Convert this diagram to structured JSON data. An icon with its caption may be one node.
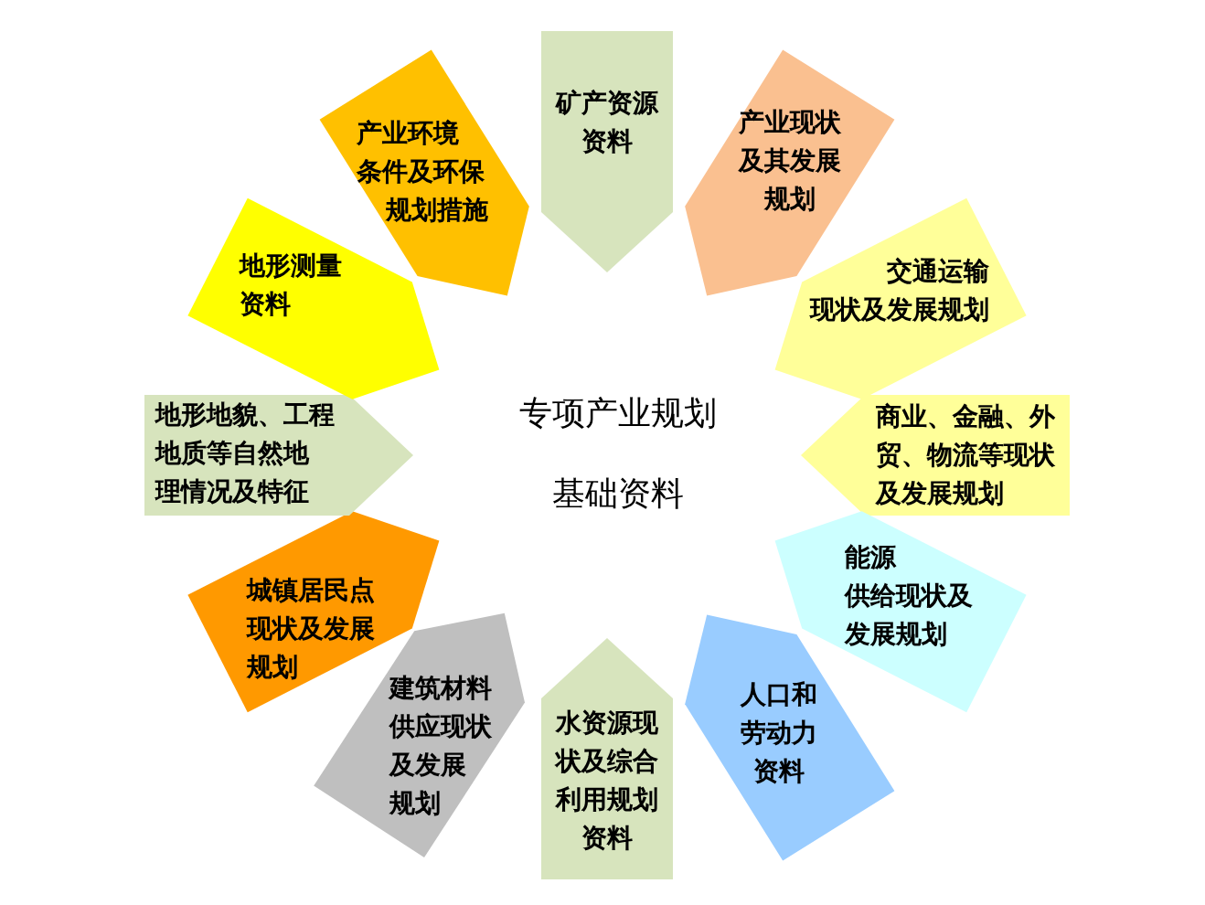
{
  "diagram": {
    "nodes": [
      {
        "text": [
          "矿产资源资料"
        ]
      },
      {
        "text": [
          "产业现状及其发展规划"
        ]
      },
      {
        "text": [
          "交通运输现状及发展规划"
        ]
      },
      {
        "text": [
          "商业、金融、外贸、物流等现状及发展规划"
        ]
      },
      {
        "text": [
          "能源供给现状及发展规划"
        ]
      },
      {
        "text": [
          "人口和劳动力资料"
        ]
      },
      {
        "text": [
          "水资源现状及综合利用规划资料"
        ]
      },
      {
        "text": [
          "建筑材料供应现状及发展规划"
        ]
      },
      {
        "text": [
          "城镇居民点现状及发展规划"
        ]
      },
      {
        "text": [
          "地形地貌、工程地质等自然地理情况及特征"
        ]
      },
      {
        "text": [
          "地形测量资料"
        ]
      },
      {
        "text": [
          "产业环境条件及环保规划措施"
        ]
      }
    ],
    "labels": [
      "专项产业规划",
      "基础资料"
    ]
  }
}
